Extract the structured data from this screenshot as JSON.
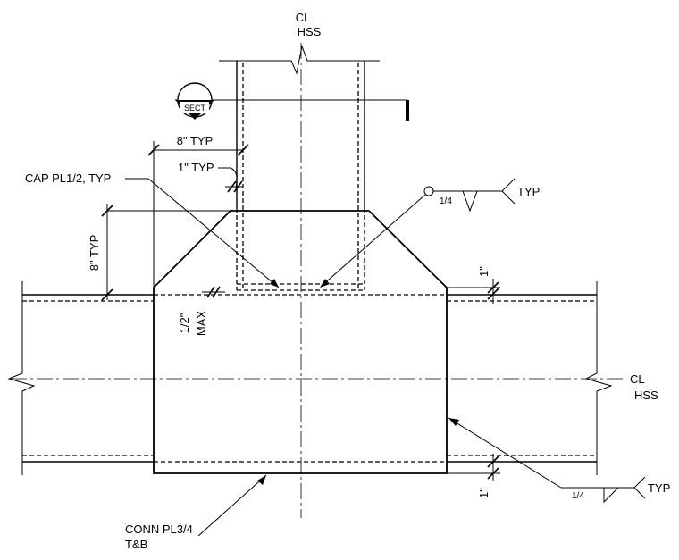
{
  "labels": {
    "cl_top": "CL",
    "hss_top": "HSS",
    "cl_right": "CL",
    "hss_right": "HSS",
    "sect": "SECT",
    "cap_plate": "CAP PL1/2, TYP",
    "dim_8_top": "8\" TYP",
    "dim_1_top": "1\" TYP",
    "dim_8_left": "8\" TYP",
    "dim_half": "1/2\"",
    "dim_max": "MAX",
    "dim_1_right_top": "1\"",
    "dim_1_right_bottom": "1\"",
    "weld_size_top": "1/4",
    "weld_typ_top": "TYP",
    "weld_size_bottom": "1/4",
    "weld_typ_bottom": "TYP",
    "conn_plate_line1": "CONN PL3/4",
    "conn_plate_line2": "T&B"
  }
}
